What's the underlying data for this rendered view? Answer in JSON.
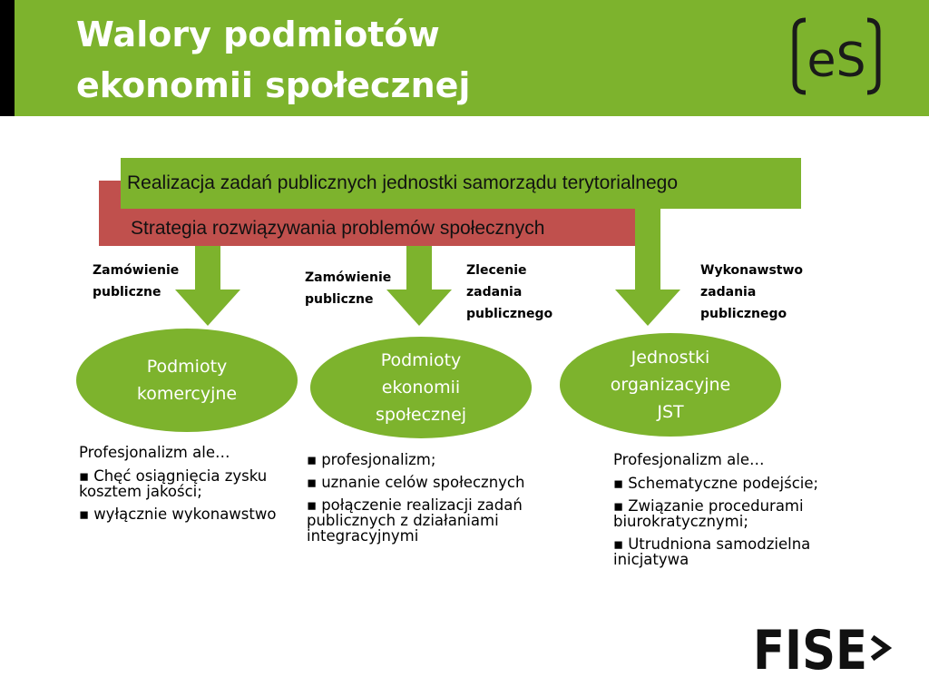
{
  "header": {
    "title_line1": "Walory podmiotów",
    "title_line2": "ekonomii społecznej",
    "logo_text": "eS"
  },
  "boxes": {
    "top": "Realizacja zadań publicznych jednostki samorządu terytorialnego",
    "red": "Strategia rozwiązywania problemów społecznych"
  },
  "arrow_labels": {
    "a1": "Zamówienie\npubliczne",
    "a2": "Zamówienie\npubliczne",
    "a2b": "Zlecenie\nzadania\npublicznego",
    "a3": "Wykonawstwo\nzadania\npublicznego"
  },
  "ellipses": {
    "e1": "Podmioty\nkomercyjne",
    "e2": "Podmioty\nekonomii\nspołecznej",
    "e3": "Jednostki\norganizacyjne\nJST"
  },
  "columns": {
    "c1": {
      "intro": "Profesjonalizm ale…",
      "items": [
        "Chęć osiągnięcia zysku kosztem jakości;",
        "wyłącznie wykonawstwo"
      ]
    },
    "c2": {
      "items": [
        "profesjonalizm;",
        "uznanie celów społecznych",
        "połączenie realizacji zadań publicznych z działaniami integracyjnymi"
      ]
    },
    "c3": {
      "intro": "Profesjonalizm ale…",
      "items": [
        "Schematyczne podejście;",
        "Związanie procedurami biurokratycznymi;",
        "Utrudniona samodzielna inicjatywa"
      ]
    }
  },
  "footer": {
    "logo_text": "FISE"
  },
  "colors": {
    "green": "#7db32d",
    "red": "#c0504d",
    "black": "#000000"
  }
}
